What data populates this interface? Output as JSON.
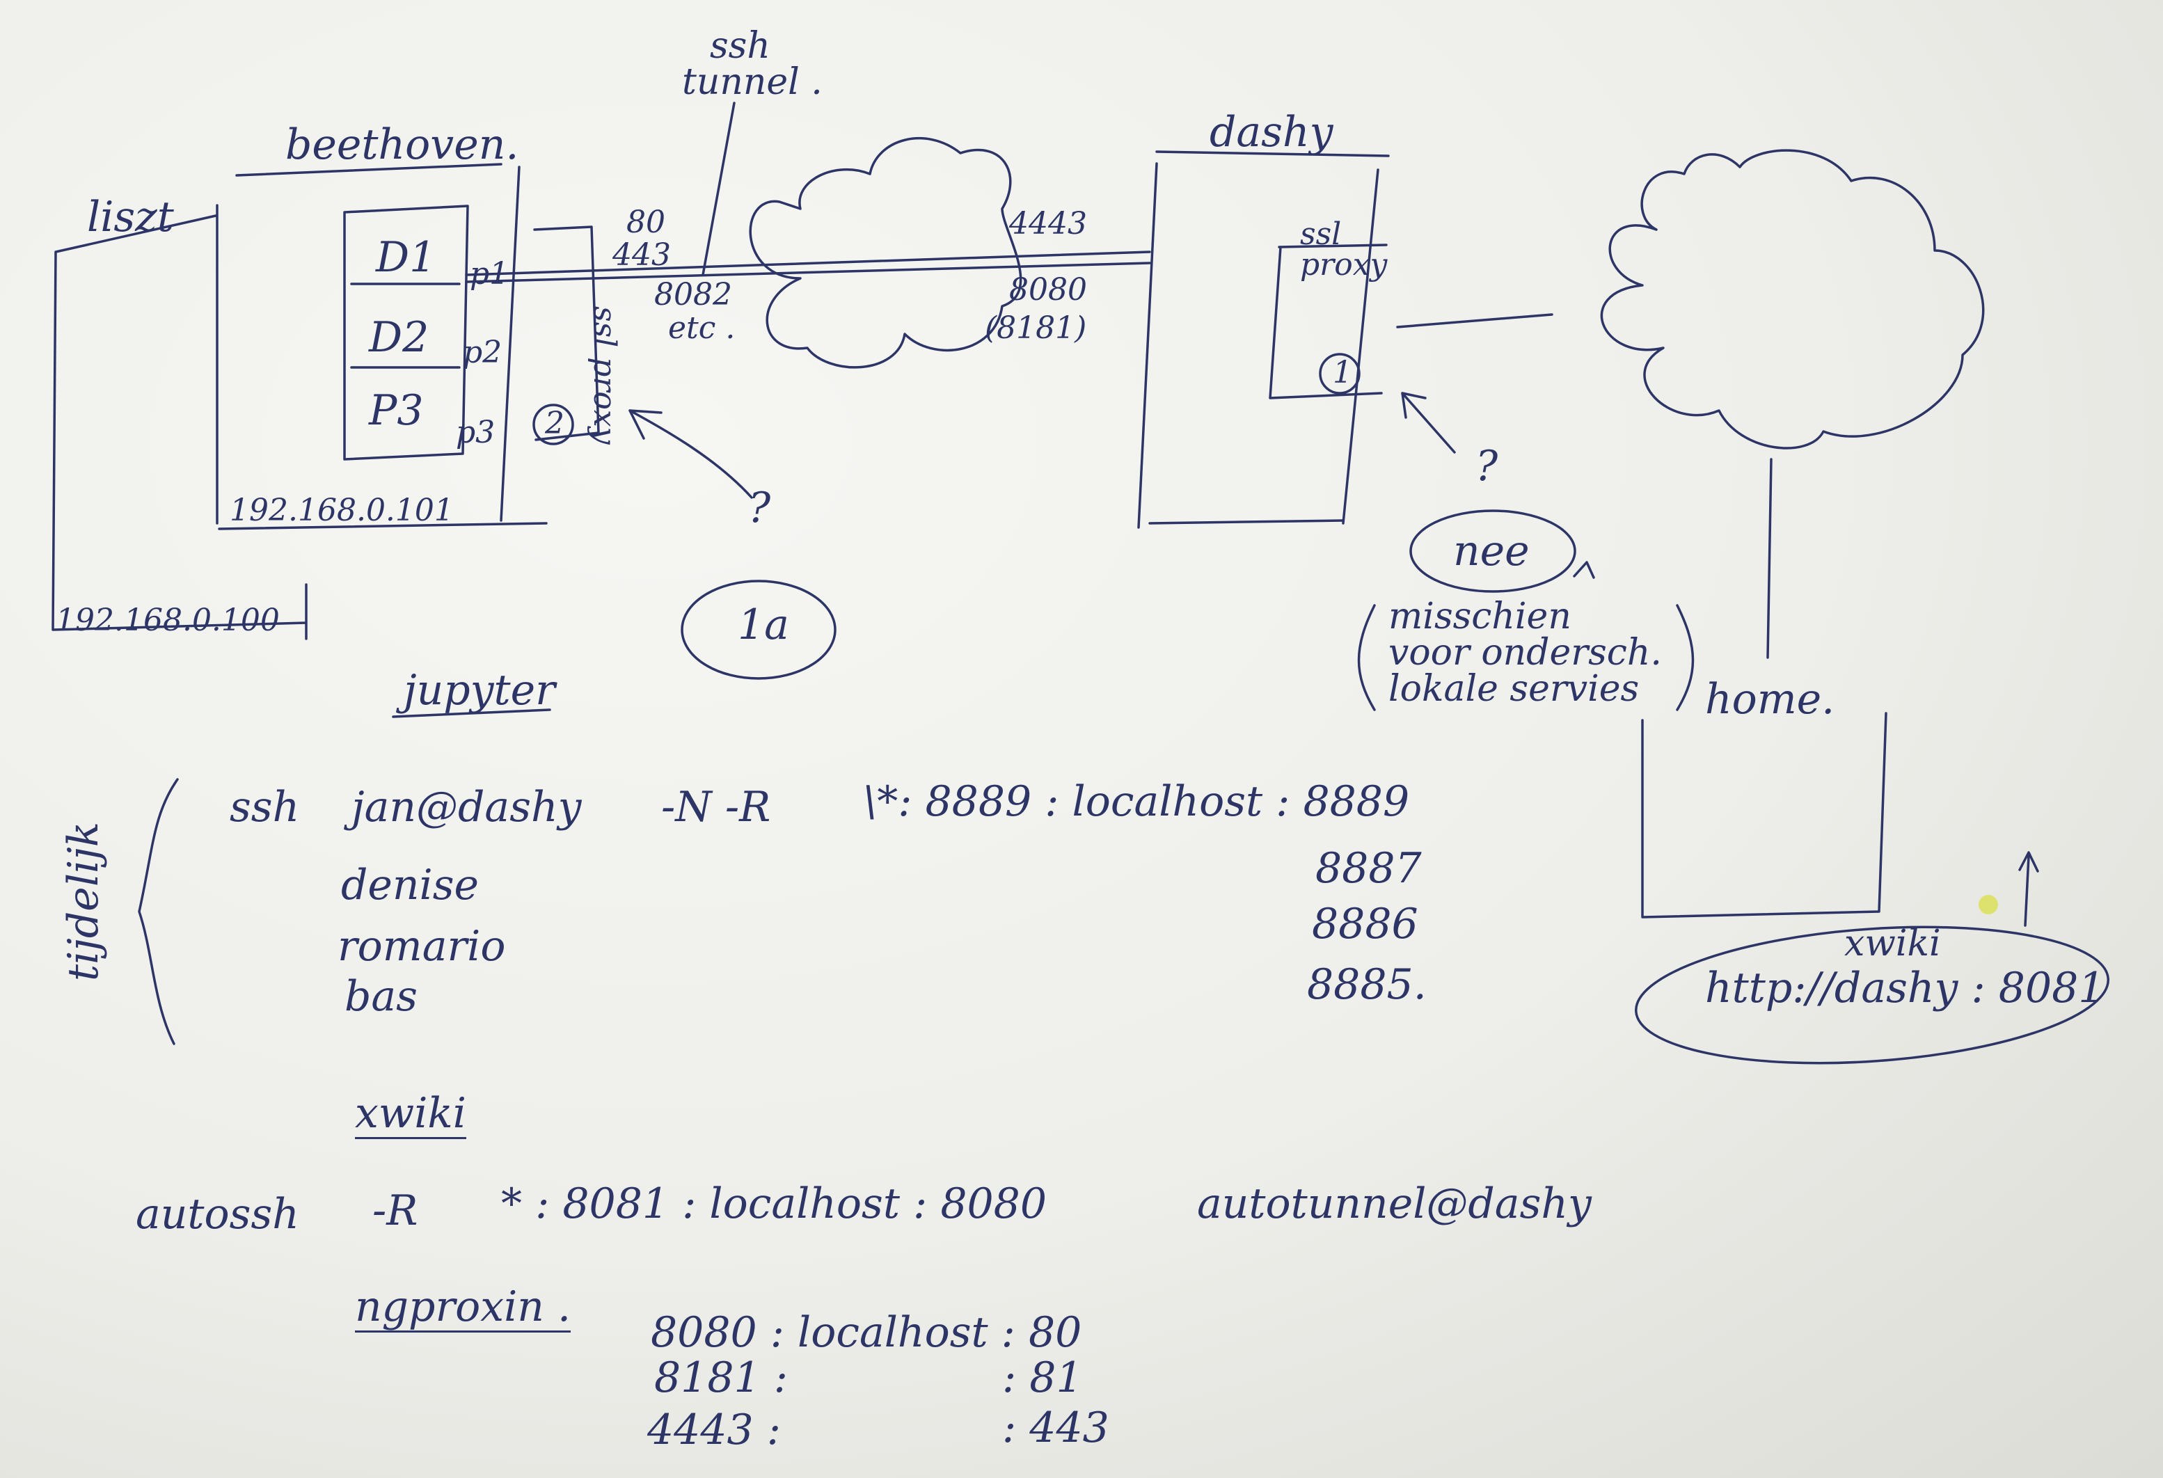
{
  "ink_color": "#2c3566",
  "paper_color": "#f2f2ef",
  "highlight_color": "#d9df45",
  "hosts": {
    "liszt": "liszt",
    "liszt_ip": "192.168.0.100",
    "beethoven": "beethoven.",
    "beethoven_ip": "192.168.0.101",
    "dashy": "dashy",
    "home": "home."
  },
  "beethoven_boxes": [
    "D1",
    "D2",
    "P3"
  ],
  "beethoven_ports": [
    "p1",
    "p2",
    "p3"
  ],
  "tunnel": {
    "label_line1": "ssh",
    "label_line2": "tunnel .",
    "left_ports": [
      "80",
      "443",
      "8082",
      "etc ."
    ],
    "right_ports": [
      "4443",
      "8080",
      "(8181)"
    ]
  },
  "beethoven_proxy_label": "ssl proxy",
  "dashy_proxy_label": "ssl proxy",
  "markers": {
    "two": "2",
    "one": "1",
    "one_a": "1a",
    "question": "?",
    "nee": "nee"
  },
  "note": {
    "line1": "misschien",
    "line2": "voor ondersch.",
    "line3": "lokale servies"
  },
  "home_link": {
    "title": "xwiki",
    "url": "http://dashy : 8081"
  },
  "jupyter": {
    "heading": "jupyter",
    "side_label": "tijdelijk",
    "command": [
      "ssh",
      "jan@dashy",
      "-N -R",
      "\\*: 8889 : localhost : 8889"
    ],
    "users": [
      "denise",
      "romario",
      "bas"
    ],
    "ports": [
      "8887",
      "8886",
      "8885."
    ]
  },
  "xwiki": {
    "heading": "xwiki",
    "command": [
      "autossh",
      "-R",
      "* : 8081 : localhost : 8080",
      "autotunnel@dashy"
    ]
  },
  "ngproxin": {
    "heading": "ngproxin .",
    "rows": [
      {
        "left": "8080 : localhost : 80",
        "right": ""
      },
      {
        "left": "8181 :",
        "right": ": 81"
      },
      {
        "left": "4443 :",
        "right": ": 443"
      }
    ]
  }
}
